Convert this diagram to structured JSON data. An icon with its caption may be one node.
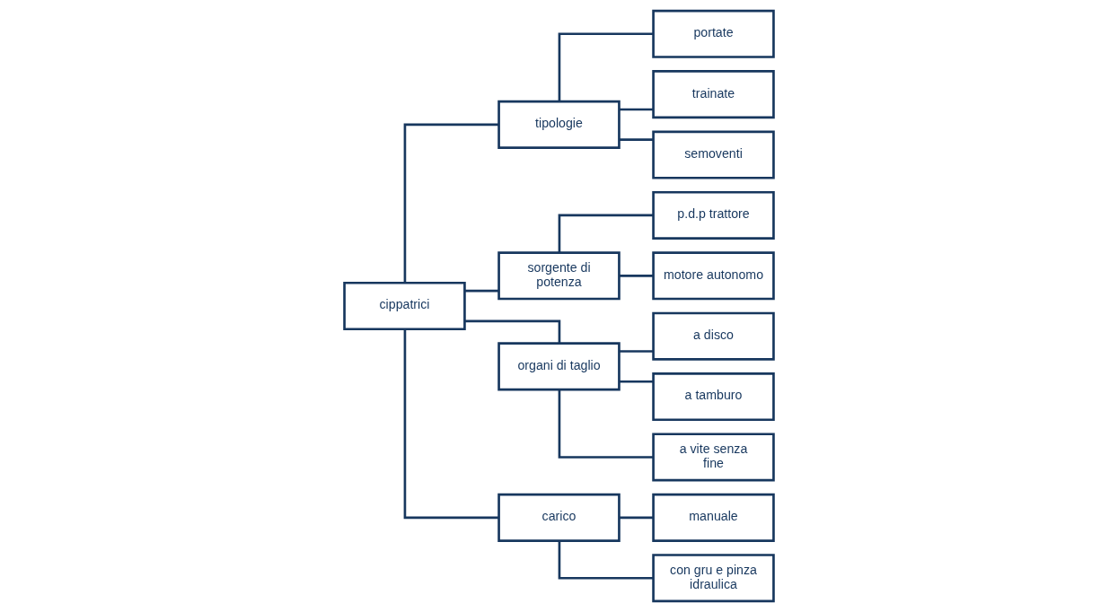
{
  "diagram": {
    "nodes": [
      {
        "text": [
          "cippatrici"
        ]
      },
      {
        "text": [
          "tipologie"
        ]
      },
      {
        "text": [
          "sorgente di potenza"
        ]
      },
      {
        "text": [
          "organi di taglio"
        ]
      },
      {
        "text": [
          "carico"
        ]
      },
      {
        "text": [
          "portate"
        ]
      },
      {
        "text": [
          "trainate"
        ]
      },
      {
        "text": [
          "semoventi"
        ]
      },
      {
        "text": [
          "p.d.p trattore"
        ]
      },
      {
        "text": [
          "motore autonomo"
        ]
      },
      {
        "text": [
          "a disco"
        ]
      },
      {
        "text": [
          "a tamburo"
        ]
      },
      {
        "text": [
          "a vite senza fine"
        ]
      },
      {
        "text": [
          "manuale"
        ]
      },
      {
        "text": [
          "con gru e pinza idraulica"
        ]
      }
    ],
    "edges": [
      {
        "from": 0,
        "to": 1,
        "arrow": "none"
      },
      {
        "from": 0,
        "to": 2,
        "arrow": "none"
      },
      {
        "from": 0,
        "to": 3,
        "arrow": "none"
      },
      {
        "from": 0,
        "to": 4,
        "arrow": "none"
      },
      {
        "from": 1,
        "to": 5,
        "arrow": "none"
      },
      {
        "from": 1,
        "to": 6,
        "arrow": "none"
      },
      {
        "from": 1,
        "to": 7,
        "arrow": "none"
      },
      {
        "from": 2,
        "to": 8,
        "arrow": "none"
      },
      {
        "from": 2,
        "to": 9,
        "arrow": "none"
      },
      {
        "from": 3,
        "to": 10,
        "arrow": "none"
      },
      {
        "from": 3,
        "to": 11,
        "arrow": "none"
      },
      {
        "from": 3,
        "to": 12,
        "arrow": "none"
      },
      {
        "from": 4,
        "to": 13,
        "arrow": "none"
      },
      {
        "from": 4,
        "to": 14,
        "arrow": "none"
      }
    ]
  }
}
